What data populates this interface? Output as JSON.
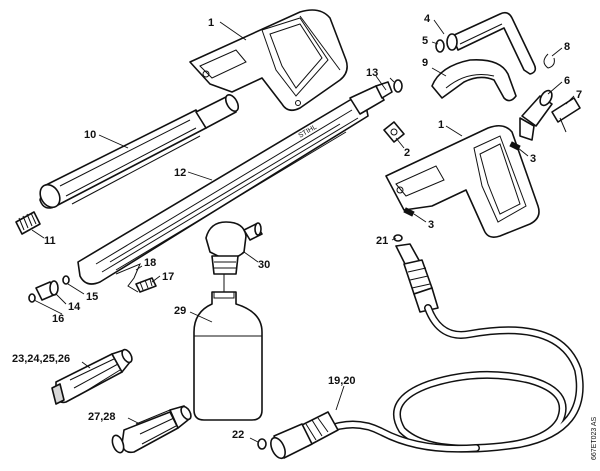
{
  "diagram_code": "667ET023 AS",
  "callouts": {
    "c1_top": "1",
    "c1_right": "1",
    "c2": "2",
    "c3_upper": "3",
    "c3_lower": "3",
    "c4": "4",
    "c5": "5",
    "c6": "6",
    "c7": "7",
    "c8": "8",
    "c9": "9",
    "c10": "10",
    "c11": "11",
    "c12": "12",
    "c13": "13",
    "c14": "14",
    "c15": "15",
    "c16": "16",
    "c17": "17",
    "c18": "18",
    "c19_20": "19,20",
    "c21": "21",
    "c22": "22",
    "c23_26": "23,24,25,26",
    "c27_28": "27,28",
    "c29": "29",
    "c30": "30"
  },
  "lance_brand_text": "STIHL"
}
